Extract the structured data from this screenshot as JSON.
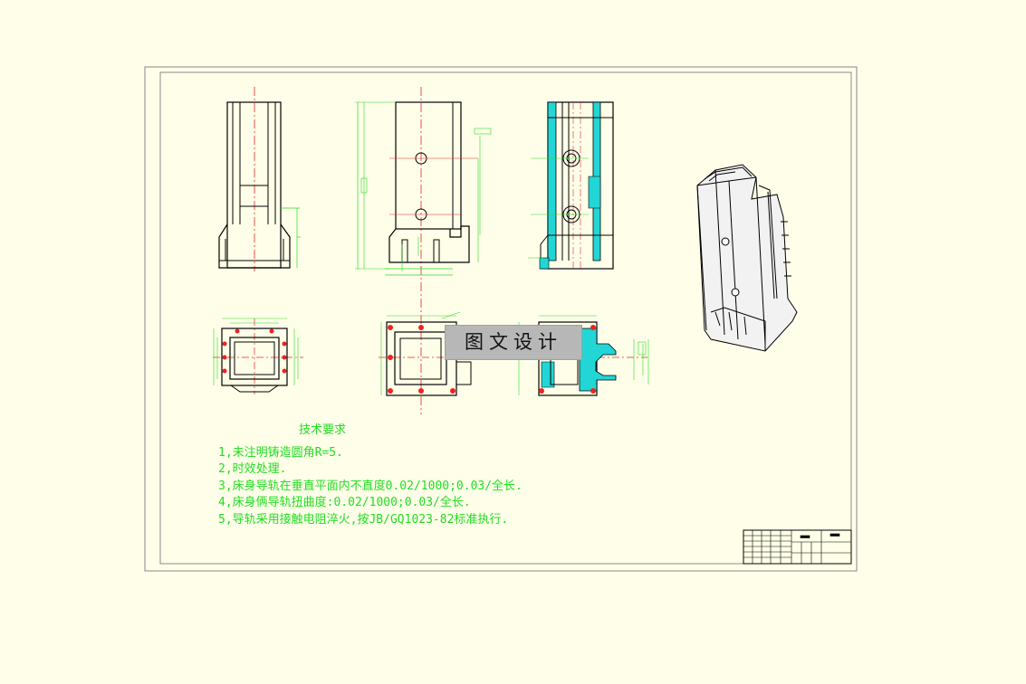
{
  "drawing": {
    "notes_title": "技术要求",
    "notes": [
      "1,未注明铸造圆角R=5.",
      "2,时效处理.",
      "3,床身导轨在垂直平面内不直度0.02/1000;0.03/全长.",
      "4,床身俩导轨扭曲度:0.02/1000;0.03/全长.",
      "5,导轨采用接触电阻淬火,按JB/GQ1023-82标准执行."
    ],
    "watermark": "图文设计"
  },
  "colors": {
    "background": "#ffffe9",
    "geometry": "#000000",
    "dimension": "#22dd22",
    "centerline": "#ee2222",
    "section_fill": "#22d6d6",
    "watermark_bg": "#b7b7b7"
  }
}
